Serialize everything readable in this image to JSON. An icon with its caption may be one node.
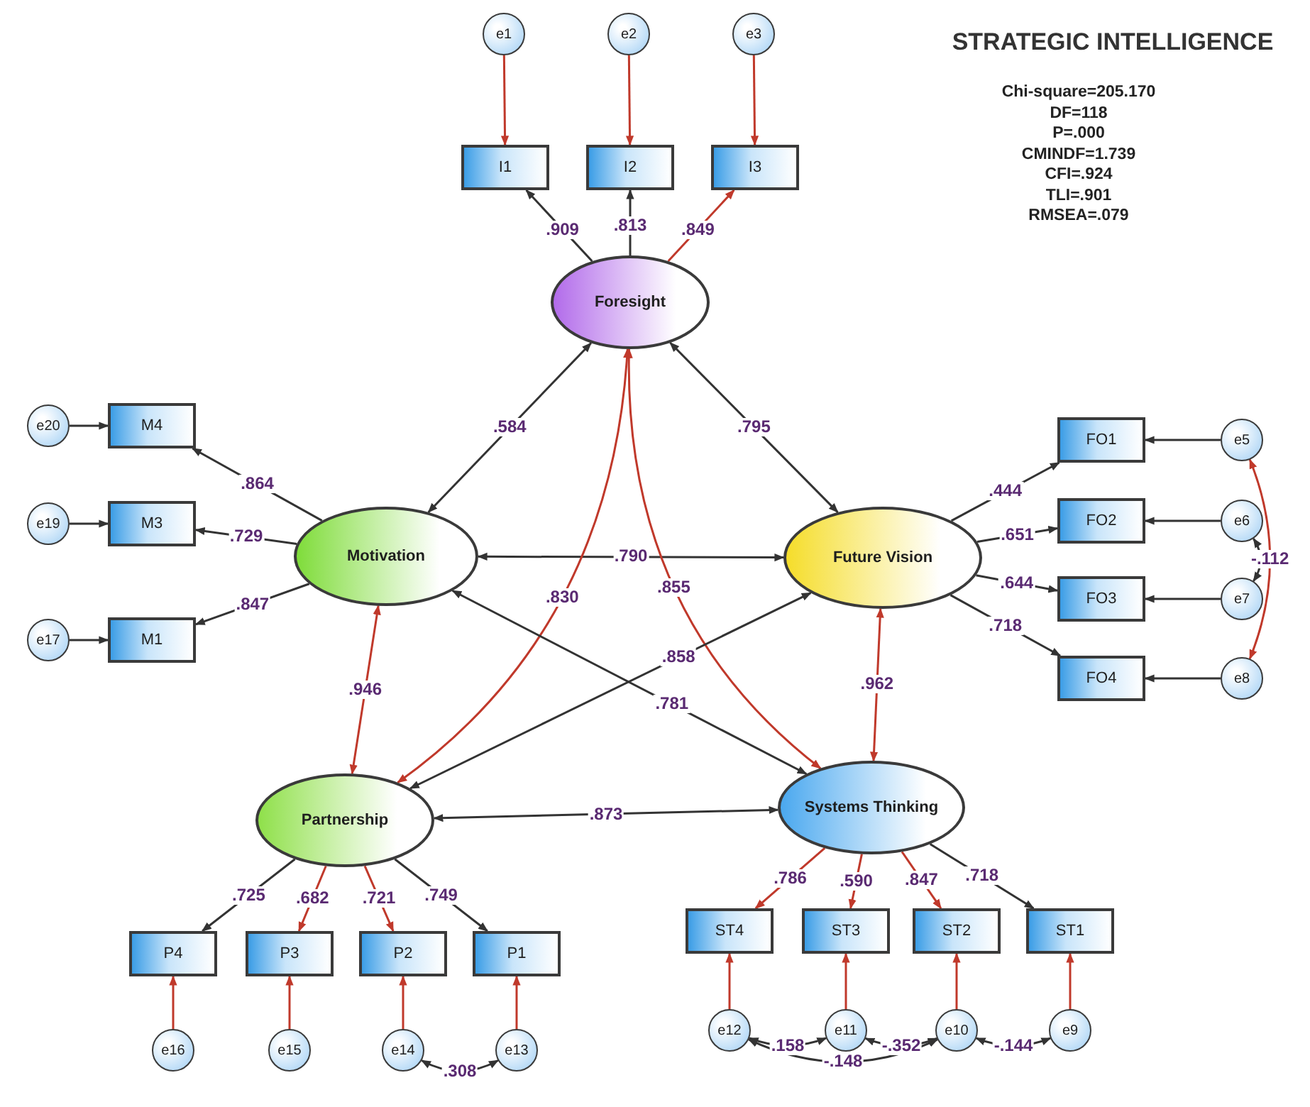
{
  "diagram": {
    "title": "STRATEGIC INTELLIGENCE",
    "nodes": [
      {
        "text": [
          "e1"
        ]
      },
      {
        "text": [
          "e2"
        ]
      },
      {
        "text": [
          "e3"
        ]
      },
      {
        "text": [
          "I1"
        ]
      },
      {
        "text": [
          "I2"
        ]
      },
      {
        "text": [
          "I3"
        ]
      },
      {
        "text": [
          "Foresight"
        ]
      },
      {
        "text": [
          "e20"
        ]
      },
      {
        "text": [
          "M4"
        ]
      },
      {
        "text": [
          "e19"
        ]
      },
      {
        "text": [
          "M3"
        ]
      },
      {
        "text": [
          "e17"
        ]
      },
      {
        "text": [
          "M1"
        ]
      },
      {
        "text": [
          "Motivation"
        ]
      },
      {
        "text": [
          "Future Vision"
        ]
      },
      {
        "text": [
          "FO1"
        ]
      },
      {
        "text": [
          "e5"
        ]
      },
      {
        "text": [
          "FO2"
        ]
      },
      {
        "text": [
          "e6"
        ]
      },
      {
        "text": [
          "FO3"
        ]
      },
      {
        "text": [
          "e7"
        ]
      },
      {
        "text": [
          "FO4"
        ]
      },
      {
        "text": [
          "e8"
        ]
      },
      {
        "text": [
          "Partnership"
        ]
      },
      {
        "text": [
          "Systems Thinking"
        ]
      },
      {
        "text": [
          "P4"
        ]
      },
      {
        "text": [
          "P3"
        ]
      },
      {
        "text": [
          "P2"
        ]
      },
      {
        "text": [
          "P1"
        ]
      },
      {
        "text": [
          "e16"
        ]
      },
      {
        "text": [
          "e15"
        ]
      },
      {
        "text": [
          "e14"
        ]
      },
      {
        "text": [
          "e13"
        ]
      },
      {
        "text": [
          "ST4"
        ]
      },
      {
        "text": [
          "ST3"
        ]
      },
      {
        "text": [
          "ST2"
        ]
      },
      {
        "text": [
          "ST1"
        ]
      },
      {
        "text": [
          "e12"
        ]
      },
      {
        "text": [
          "e11"
        ]
      },
      {
        "text": [
          "e10"
        ]
      },
      {
        "text": [
          "e9"
        ]
      }
    ],
    "edges": [
      {
        "from": 0,
        "to": 3,
        "arrow": "to",
        "color": "#c0392b"
      },
      {
        "from": 1,
        "to": 4,
        "arrow": "to",
        "color": "#c0392b"
      },
      {
        "from": 2,
        "to": 5,
        "arrow": "to",
        "color": "#c0392b"
      },
      {
        "from": 6,
        "to": 3,
        "arrow": "to",
        "label": ".909"
      },
      {
        "from": 6,
        "to": 4,
        "arrow": "to",
        "label": ".813"
      },
      {
        "from": 6,
        "to": 5,
        "arrow": "to",
        "label": ".849",
        "color": "#c0392b"
      },
      {
        "from": 7,
        "to": 8,
        "arrow": "to"
      },
      {
        "from": 9,
        "to": 10,
        "arrow": "to"
      },
      {
        "from": 11,
        "to": 12,
        "arrow": "to"
      },
      {
        "from": 13,
        "to": 8,
        "arrow": "to",
        "label": ".864"
      },
      {
        "from": 13,
        "to": 10,
        "arrow": "to",
        "label": ".729"
      },
      {
        "from": 13,
        "to": 12,
        "arrow": "to",
        "label": ".847"
      },
      {
        "from": 14,
        "to": 15,
        "arrow": "to",
        "label": ".444"
      },
      {
        "from": 14,
        "to": 17,
        "arrow": "to",
        "label": ".651"
      },
      {
        "from": 14,
        "to": 19,
        "arrow": "to",
        "label": ".644"
      },
      {
        "from": 14,
        "to": 21,
        "arrow": "to",
        "label": ".718"
      },
      {
        "from": 16,
        "to": 15,
        "arrow": "to"
      },
      {
        "from": 18,
        "to": 17,
        "arrow": "to"
      },
      {
        "from": 20,
        "to": 19,
        "arrow": "to"
      },
      {
        "from": 22,
        "to": 21,
        "arrow": "to"
      },
      {
        "from": 23,
        "to": 25,
        "arrow": "to",
        "label": ".725"
      },
      {
        "from": 23,
        "to": 26,
        "arrow": "to",
        "label": ".682",
        "color": "#c0392b"
      },
      {
        "from": 23,
        "to": 27,
        "arrow": "to",
        "label": ".721",
        "color": "#c0392b"
      },
      {
        "from": 23,
        "to": 28,
        "arrow": "to",
        "label": ".749"
      },
      {
        "from": 29,
        "to": 25,
        "arrow": "to",
        "color": "#c0392b"
      },
      {
        "from": 30,
        "to": 26,
        "arrow": "to",
        "color": "#c0392b"
      },
      {
        "from": 31,
        "to": 27,
        "arrow": "to",
        "color": "#c0392b"
      },
      {
        "from": 32,
        "to": 28,
        "arrow": "to",
        "color": "#c0392b"
      },
      {
        "from": 24,
        "to": 33,
        "arrow": "to",
        "label": ".786",
        "color": "#c0392b"
      },
      {
        "from": 24,
        "to": 34,
        "arrow": "to",
        "label": ".590",
        "color": "#c0392b"
      },
      {
        "from": 24,
        "to": 35,
        "arrow": "to",
        "label": ".847",
        "color": "#c0392b"
      },
      {
        "from": 24,
        "to": 36,
        "arrow": "to",
        "label": ".718"
      },
      {
        "from": 37,
        "to": 33,
        "arrow": "to",
        "color": "#c0392b"
      },
      {
        "from": 38,
        "to": 34,
        "arrow": "to",
        "color": "#c0392b"
      },
      {
        "from": 39,
        "to": 35,
        "arrow": "to",
        "color": "#c0392b"
      },
      {
        "from": 40,
        "to": 36,
        "arrow": "to",
        "color": "#c0392b"
      },
      {
        "from": 6,
        "to": 13,
        "arrow": "both",
        "label": ".584"
      },
      {
        "from": 6,
        "to": 14,
        "arrow": "both",
        "label": ".795"
      },
      {
        "from": 13,
        "to": 14,
        "arrow": "both",
        "label": ".790"
      },
      {
        "from": 6,
        "to": 23,
        "arrow": "both",
        "label": ".830",
        "color": "#c0392b"
      },
      {
        "from": 6,
        "to": 24,
        "arrow": "both",
        "label": ".855",
        "color": "#c0392b"
      },
      {
        "from": 13,
        "to": 24,
        "arrow": "both",
        "label": ".781"
      },
      {
        "from": 14,
        "to": 23,
        "arrow": "both",
        "label": ".858"
      },
      {
        "from": 13,
        "to": 23,
        "arrow": "both",
        "label": ".946",
        "color": "#c0392b"
      },
      {
        "from": 14,
        "to": 24,
        "arrow": "both",
        "label": ".962",
        "color": "#c0392b"
      },
      {
        "from": 23,
        "to": 24,
        "arrow": "both",
        "label": ".873"
      },
      {
        "from": 16,
        "to": 22,
        "arrow": "both",
        "label": "-.112",
        "color": "#c0392b"
      },
      {
        "from": 18,
        "to": 20,
        "arrow": "both"
      },
      {
        "from": 31,
        "to": 32,
        "arrow": "both",
        "label": ".308"
      },
      {
        "from": 37,
        "to": 38,
        "arrow": "both",
        "label": ".158"
      },
      {
        "from": 38,
        "to": 39,
        "arrow": "both",
        "label": "-.352"
      },
      {
        "from": 37,
        "to": 39,
        "arrow": "both",
        "label": "-.148"
      },
      {
        "from": 39,
        "to": 40,
        "arrow": "both",
        "label": "-.144"
      }
    ],
    "labels": [
      "Chi-square=205.170",
      "DF=118",
      "P=.000",
      "CMINDF=1.739",
      "CFI=.924",
      "TLI=.901",
      "RMSEA=.079"
    ]
  }
}
